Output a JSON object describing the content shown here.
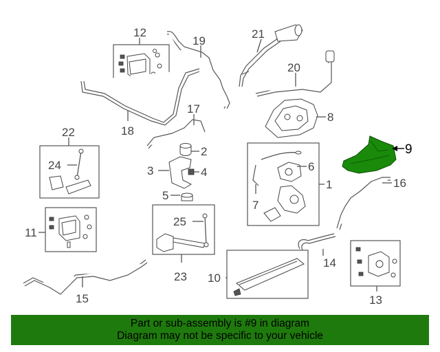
{
  "callouts": {
    "n1": "1",
    "n2": "2",
    "n3": "3",
    "n4": "4",
    "n5": "5",
    "n6": "6",
    "n7": "7",
    "n8": "8",
    "n9": "9",
    "n10": "10",
    "n11": "11",
    "n12": "12",
    "n13": "13",
    "n14": "14",
    "n15": "15",
    "n16": "16",
    "n17": "17",
    "n18": "18",
    "n19": "19",
    "n20": "20",
    "n21": "21",
    "n22": "22",
    "n23": "23",
    "n24": "24",
    "n25": "25"
  },
  "highlighted_part": "9",
  "colors": {
    "highlight": "#1a8a0a",
    "banner": "#1f7a0d",
    "line": "#555555"
  },
  "banner": {
    "line1": "Part or sub-assembly is #9 in diagram",
    "line2": "Diagram may not be specific to your vehicle"
  }
}
